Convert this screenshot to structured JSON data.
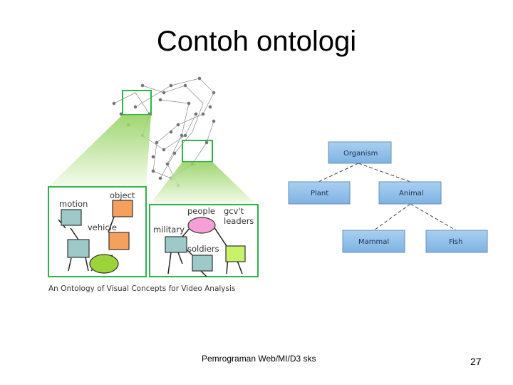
{
  "slide": {
    "title": "Contoh ontologi",
    "footer": "Pemrograman Web/MI/D3 sks",
    "page_number": "27"
  },
  "left_figure": {
    "caption": "An Ontology of Visual Concepts for Video Analysis",
    "panel1": {
      "labels": [
        "object",
        "motion",
        "vehicle"
      ]
    },
    "panel2": {
      "labels": [
        "people",
        "gcv't",
        "leaders",
        "military",
        "soldiers"
      ]
    }
  },
  "right_figure": {
    "nodes": {
      "organism": "Organism",
      "plant": "Plant",
      "animal": "Animal",
      "mammal": "Mammal",
      "fish": "Fish"
    }
  },
  "colors": {
    "green_border": "#2db34a",
    "blue_node": "#8fbde8",
    "orange_node": "#f5a15d",
    "teal_node": "#9dc9c9",
    "lime_node": "#9cd33a",
    "pink_node": "#f4a0d6"
  }
}
